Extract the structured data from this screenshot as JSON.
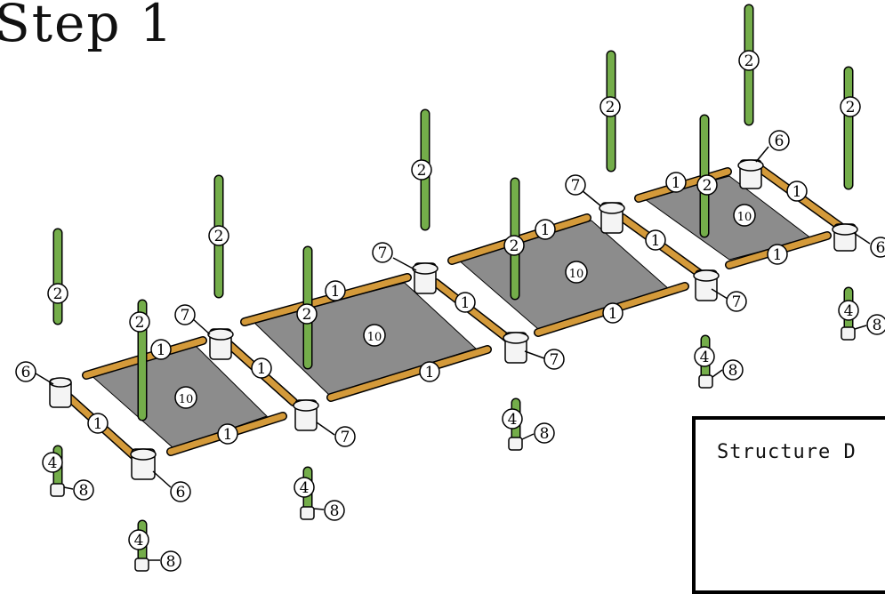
{
  "title": "Step 1",
  "box": {
    "title": "Structure D"
  },
  "colors": {
    "pipe": "#d49a3a",
    "pole": "#74ad4a",
    "panel": "#8c8c8c",
    "connector": "#f4f4f4",
    "outline": "#000000"
  },
  "part_labels": {
    "p1": "1",
    "p2": "2",
    "p4": "4",
    "p6": "6",
    "p7": "7",
    "p8": "8",
    "p10": "10"
  }
}
